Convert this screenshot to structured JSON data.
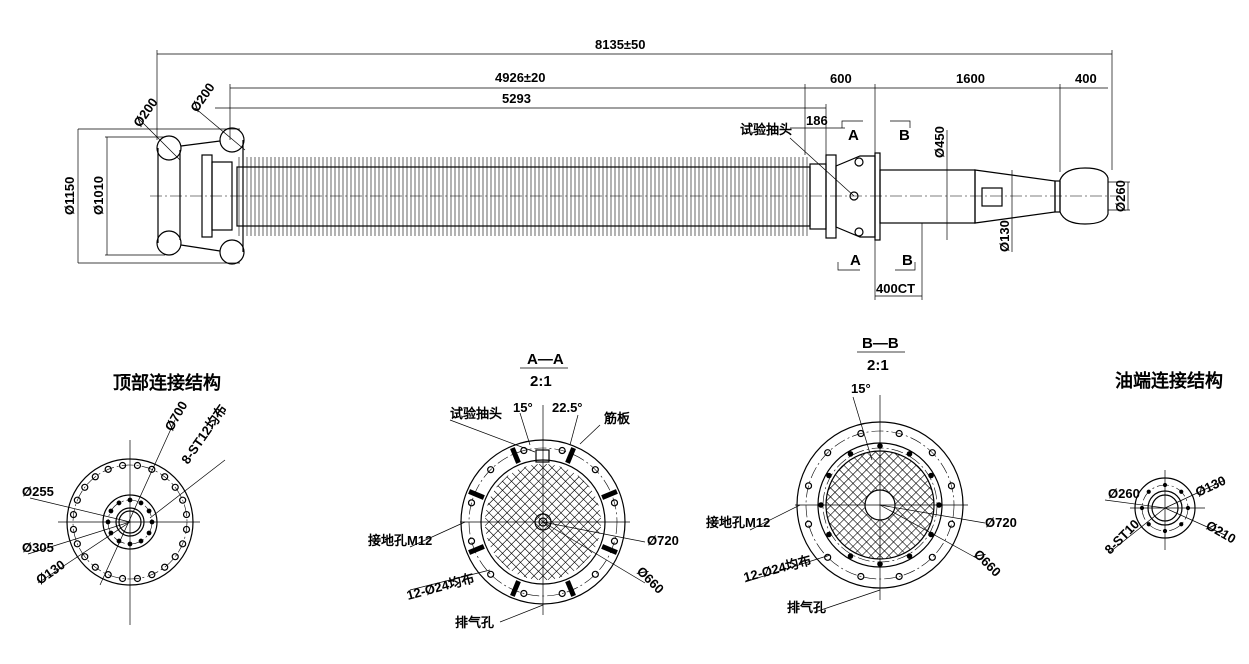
{
  "main_view": {
    "dims": {
      "overall": "8135±50",
      "fin_length": "4926±20",
      "insulator_length": "5293",
      "flange_to_plate": "600",
      "ct_to_cone": "1600",
      "shield": "400",
      "tap_offset": "186",
      "ring_dia_1": "Ø200",
      "ring_dia_2": "Ø200",
      "outer_dia": "Ø1150",
      "ring_span": "Ø1010",
      "cyl_dia": "Ø450",
      "cone_dia": "Ø130",
      "shield_dia": "Ø260",
      "ct_length": "400CT"
    },
    "test_tap_label": "试验抽头",
    "section_marks": {
      "a": "A",
      "b": "B"
    }
  },
  "top_connection": {
    "title": "顶部连接结构",
    "labels": {
      "d700": "Ø700",
      "bolts": "8-ST12均布",
      "d255": "Ø255",
      "d305": "Ø305",
      "d130": "Ø130"
    }
  },
  "section_aa": {
    "title": "A—A",
    "scale": "2:1",
    "labels": {
      "tap": "试验抽头",
      "angle1": "15°",
      "angle2": "22.5°",
      "rib": "筋板",
      "ground": "接地孔M12",
      "holes": "12-Ø24均布",
      "d720": "Ø720",
      "d660": "Ø660",
      "vent": "排气孔"
    }
  },
  "section_bb": {
    "title": "B—B",
    "scale": "2:1",
    "labels": {
      "angle": "15°",
      "ground": "接地孔M12",
      "holes": "12-Ø24均布",
      "d720": "Ø720",
      "d660": "Ø660",
      "vent": "排气孔"
    }
  },
  "oil_end": {
    "title": "油端连接结构",
    "labels": {
      "d260": "Ø260",
      "d130": "Ø130",
      "bolts": "8-ST10",
      "d210": "Ø210"
    }
  }
}
